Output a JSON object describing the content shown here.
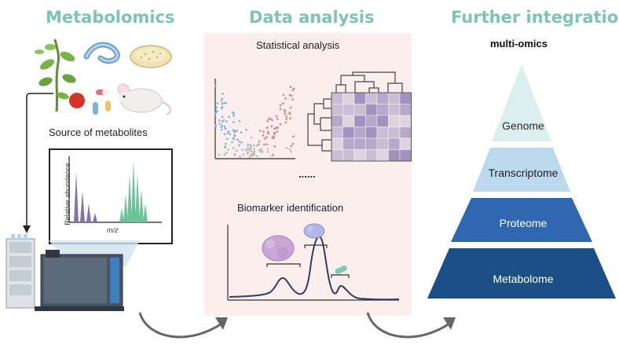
{
  "headings": {
    "metabolomics": "Metabolomics",
    "data_analysis": "Data analysis",
    "further_integration": "Further integration"
  },
  "metabolomics": {
    "source_label": "Source of metabolites",
    "ms_ylabel": "Relative abundance",
    "ms_xlabel": "m/z"
  },
  "analysis": {
    "statistical": "Statistical analysis",
    "ellipsis": "......",
    "biomarker": "Biomarker identification"
  },
  "integration": {
    "title": "multi-omics",
    "layers": [
      {
        "label": "Genome",
        "color": "#dcefef",
        "text_color": "#2b2b2b"
      },
      {
        "label": "Transcriptome",
        "color": "#bcd9ee",
        "text_color": "#1f1f1f"
      },
      {
        "label": "Proteome",
        "color": "#2f68b0",
        "text_color": "#ffffff"
      },
      {
        "label": "Metabolome",
        "color": "#1d4f87",
        "text_color": "#ffffff"
      }
    ]
  },
  "colors": {
    "heading": "#7dc4b6",
    "panel_bg": "#fbeeed",
    "volcano_blue": "#7fb2dd",
    "volcano_red": "#e07f80",
    "heatmap": "#8f82b6",
    "peak_purple": "#8074b0",
    "peak_green": "#6ac39b"
  }
}
